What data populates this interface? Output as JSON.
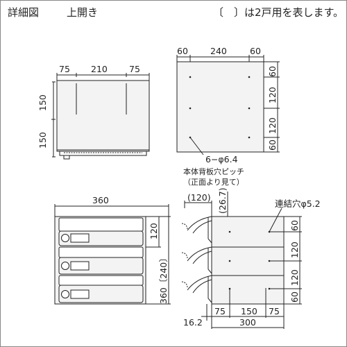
{
  "header": {
    "title": "詳細図",
    "subtitle": "上開き",
    "note": "〔　〕は2戸用を表します。"
  },
  "front_view": {
    "widths": [
      "75",
      "210",
      "75"
    ],
    "heights": [
      "150",
      "150"
    ]
  },
  "back_view": {
    "widths": [
      "60",
      "240",
      "60"
    ],
    "heights": [
      "60",
      "120",
      "120",
      "60"
    ],
    "hole_label": "6−φ6.4",
    "hole_caption_1": "本体背板穴ピッチ",
    "hole_caption_2": "（正面より見て）"
  },
  "unit_front": {
    "width": "360",
    "height": "360〔240〕",
    "pitch": "120"
  },
  "unit_side": {
    "top_offset": "(120)",
    "depth_offset": "(26.7)",
    "link_hole": "連結穴φ5.2",
    "heights": [
      "60",
      "120",
      "120",
      "60"
    ],
    "bottom_widths": [
      "75",
      "150",
      "75"
    ],
    "depth": "300",
    "offset": "16.2"
  },
  "colors": {
    "line": "#222222",
    "panel": "#f3f3f3",
    "window": "#e6e6e6"
  }
}
